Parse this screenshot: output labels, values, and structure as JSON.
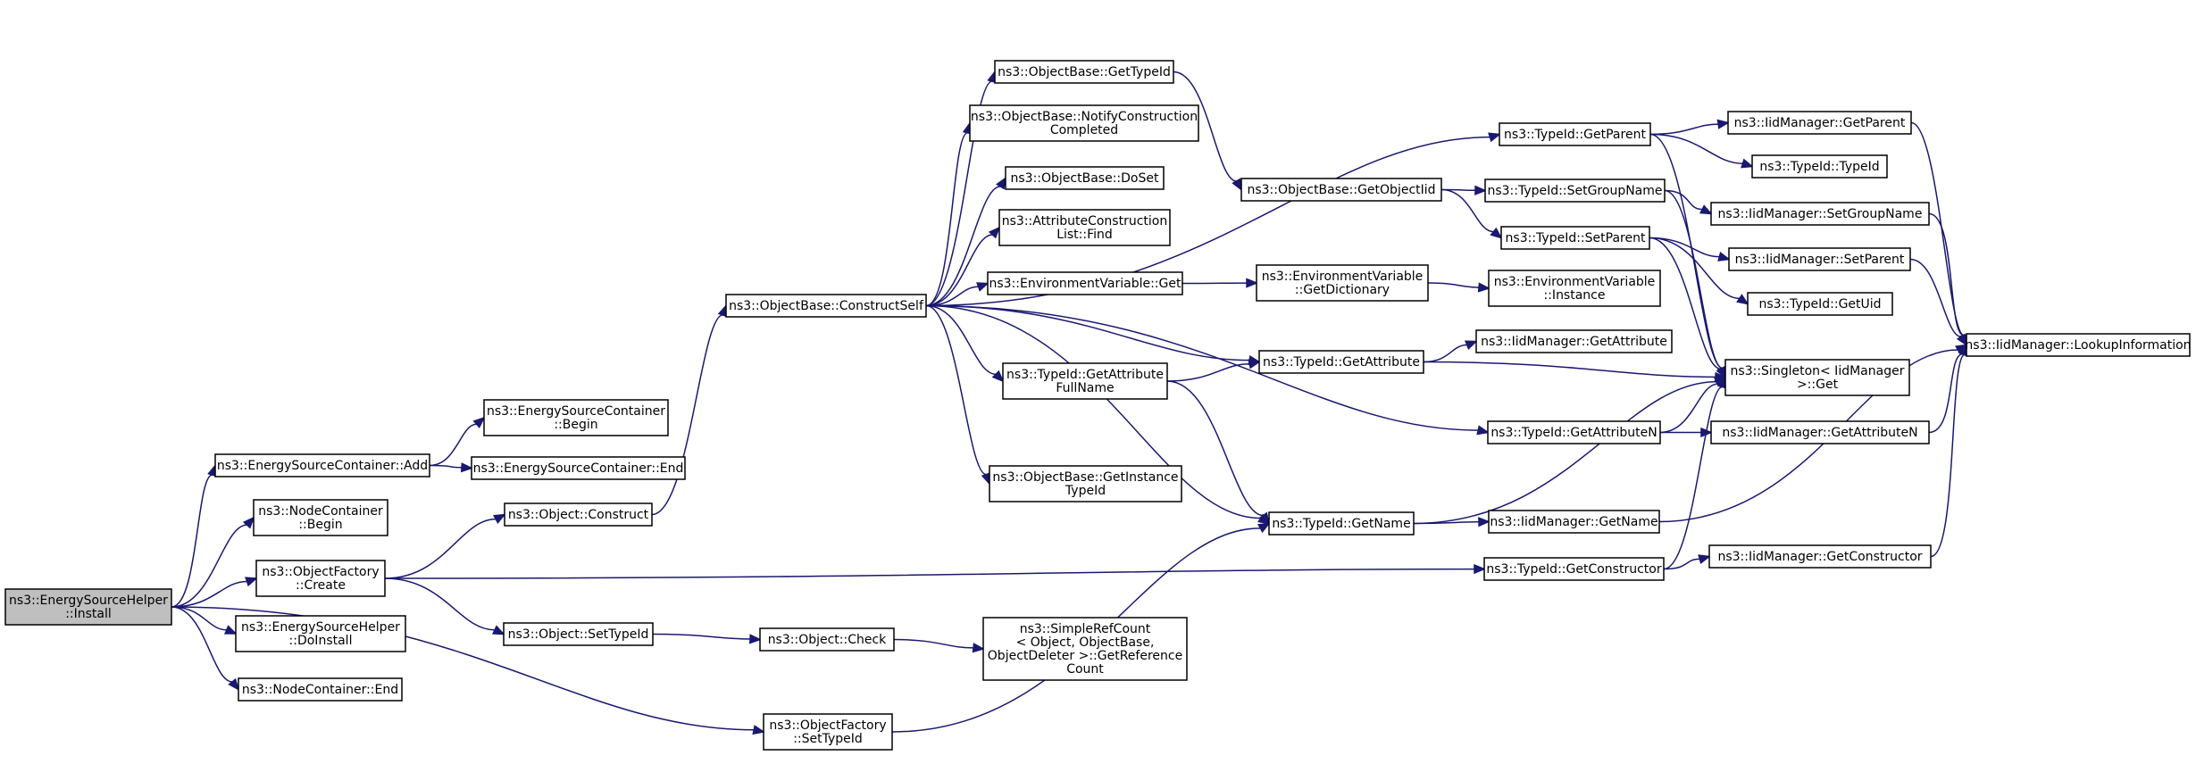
{
  "nodes": {
    "install": [
      "ns3::EnergySourceHelper",
      "::Install"
    ],
    "esc_add": [
      "ns3::EnergySourceContainer::Add"
    ],
    "esc_begin": [
      "ns3::EnergySourceContainer",
      "::Begin"
    ],
    "esc_end": [
      "ns3::EnergySourceContainer::End"
    ],
    "nc_begin": [
      "ns3::NodeContainer",
      "::Begin"
    ],
    "of_create": [
      "ns3::ObjectFactory",
      "::Create"
    ],
    "esh_doinstall": [
      "ns3::EnergySourceHelper",
      "::DoInstall"
    ],
    "nc_end": [
      "ns3::NodeContainer::End"
    ],
    "of_settypeid": [
      "ns3::ObjectFactory",
      "::SetTypeId"
    ],
    "obj_construct": [
      "ns3::Object::Construct"
    ],
    "obj_settypeid": [
      "ns3::Object::SetTypeId"
    ],
    "obj_check": [
      "ns3::Object::Check"
    ],
    "src_getref": [
      "ns3::SimpleRefCount",
      "< Object, ObjectBase,",
      " ObjectDeleter >::GetReference",
      "Count"
    ],
    "ob_constructself": [
      "ns3::ObjectBase::ConstructSelf"
    ],
    "ob_gettypeid": [
      "ns3::ObjectBase::GetTypeId"
    ],
    "ob_notify": [
      "ns3::ObjectBase::NotifyConstruction",
      "Completed"
    ],
    "ob_doset": [
      "ns3::ObjectBase::DoSet"
    ],
    "acl_find": [
      "ns3::AttributeConstruction",
      "List::Find"
    ],
    "ev_get": [
      "ns3::EnvironmentVariable::Get"
    ],
    "tid_getattrfull": [
      "ns3::TypeId::GetAttribute",
      "FullName"
    ],
    "ob_getinstance": [
      "ns3::ObjectBase::GetInstance",
      "TypeId"
    ],
    "ob_getobjectiid": [
      "ns3::ObjectBase::GetObjectIid"
    ],
    "ev_getdict": [
      "ns3::EnvironmentVariable",
      "::GetDictionary"
    ],
    "tid_getattribute": [
      "ns3::TypeId::GetAttribute"
    ],
    "tid_getname": [
      "ns3::TypeId::GetName"
    ],
    "tid_getparent": [
      "ns3::TypeId::GetParent"
    ],
    "tid_setgroupname": [
      "ns3::TypeId::SetGroupName"
    ],
    "tid_setparent": [
      "ns3::TypeId::SetParent"
    ],
    "ev_instance": [
      "ns3::EnvironmentVariable",
      "::Instance"
    ],
    "iid_getattribute": [
      "ns3::IidManager::GetAttribute"
    ],
    "tid_getattributen": [
      "ns3::TypeId::GetAttributeN"
    ],
    "iid_getname": [
      "ns3::IidManager::GetName"
    ],
    "tid_getconstructor": [
      "ns3::TypeId::GetConstructor"
    ],
    "iid_getparent": [
      "ns3::IidManager::GetParent"
    ],
    "tid_typeid": [
      "ns3::TypeId::TypeId"
    ],
    "iid_setgroupname": [
      "ns3::IidManager::SetGroupName"
    ],
    "iid_setparent": [
      "ns3::IidManager::SetParent"
    ],
    "tid_getuid": [
      "ns3::TypeId::GetUid"
    ],
    "singleton_get": [
      "ns3::Singleton< IidManager",
      " >::Get"
    ],
    "iid_getattributen": [
      "ns3::IidManager::GetAttributeN"
    ],
    "iid_getconstructor": [
      "ns3::IidManager::GetConstructor"
    ],
    "iid_lookup": [
      "ns3::IidManager::LookupInformation"
    ]
  },
  "edges": [
    [
      "install",
      "esc_add"
    ],
    [
      "install",
      "nc_begin"
    ],
    [
      "install",
      "of_create"
    ],
    [
      "install",
      "esh_doinstall"
    ],
    [
      "install",
      "nc_end"
    ],
    [
      "install",
      "of_settypeid"
    ],
    [
      "esc_add",
      "esc_begin"
    ],
    [
      "esc_add",
      "esc_end"
    ],
    [
      "of_create",
      "obj_construct"
    ],
    [
      "of_create",
      "obj_settypeid"
    ],
    [
      "of_create",
      "tid_getconstructor"
    ],
    [
      "obj_construct",
      "ob_constructself"
    ],
    [
      "obj_settypeid",
      "obj_check"
    ],
    [
      "obj_check",
      "src_getref"
    ],
    [
      "of_settypeid",
      "tid_getname"
    ],
    [
      "ob_constructself",
      "ob_gettypeid"
    ],
    [
      "ob_constructself",
      "ob_notify"
    ],
    [
      "ob_constructself",
      "ob_doset"
    ],
    [
      "ob_constructself",
      "acl_find"
    ],
    [
      "ob_constructself",
      "ev_get"
    ],
    [
      "ob_constructself",
      "tid_getattrfull"
    ],
    [
      "ob_constructself",
      "ob_getinstance"
    ],
    [
      "ob_constructself",
      "tid_getname"
    ],
    [
      "ob_constructself",
      "tid_getattribute"
    ],
    [
      "ob_constructself",
      "tid_getattributen"
    ],
    [
      "ob_constructself",
      "tid_getparent"
    ],
    [
      "ob_gettypeid",
      "ob_getobjectiid"
    ],
    [
      "ob_getobjectiid",
      "tid_setgroupname"
    ],
    [
      "ob_getobjectiid",
      "tid_setparent"
    ],
    [
      "ev_get",
      "ev_getdict"
    ],
    [
      "ev_getdict",
      "ev_instance"
    ],
    [
      "tid_getattrfull",
      "tid_getattribute"
    ],
    [
      "tid_getattrfull",
      "tid_getname"
    ],
    [
      "tid_getattribute",
      "iid_getattribute"
    ],
    [
      "tid_getattribute",
      "singleton_get"
    ],
    [
      "tid_getname",
      "iid_getname"
    ],
    [
      "tid_getname",
      "singleton_get"
    ],
    [
      "tid_getparent",
      "iid_getparent"
    ],
    [
      "tid_getparent",
      "tid_typeid"
    ],
    [
      "tid_getparent",
      "singleton_get"
    ],
    [
      "tid_setgroupname",
      "iid_setgroupname"
    ],
    [
      "tid_setgroupname",
      "singleton_get"
    ],
    [
      "tid_setparent",
      "iid_setparent"
    ],
    [
      "tid_setparent",
      "tid_getuid"
    ],
    [
      "tid_setparent",
      "singleton_get"
    ],
    [
      "tid_getattributen",
      "iid_getattributen"
    ],
    [
      "tid_getattributen",
      "singleton_get"
    ],
    [
      "tid_getconstructor",
      "iid_getconstructor"
    ],
    [
      "tid_getconstructor",
      "singleton_get"
    ],
    [
      "iid_getname",
      "iid_lookup"
    ],
    [
      "iid_getparent",
      "iid_lookup"
    ],
    [
      "iid_setgroupname",
      "iid_lookup"
    ],
    [
      "iid_setparent",
      "iid_lookup"
    ],
    [
      "iid_getattributen",
      "iid_lookup"
    ],
    [
      "iid_getconstructor",
      "iid_lookup"
    ]
  ],
  "colors": {
    "edge": "#191970",
    "root_fill": "#bfbfbf",
    "node_fill": "#ffffff",
    "node_stroke": "#000000"
  }
}
